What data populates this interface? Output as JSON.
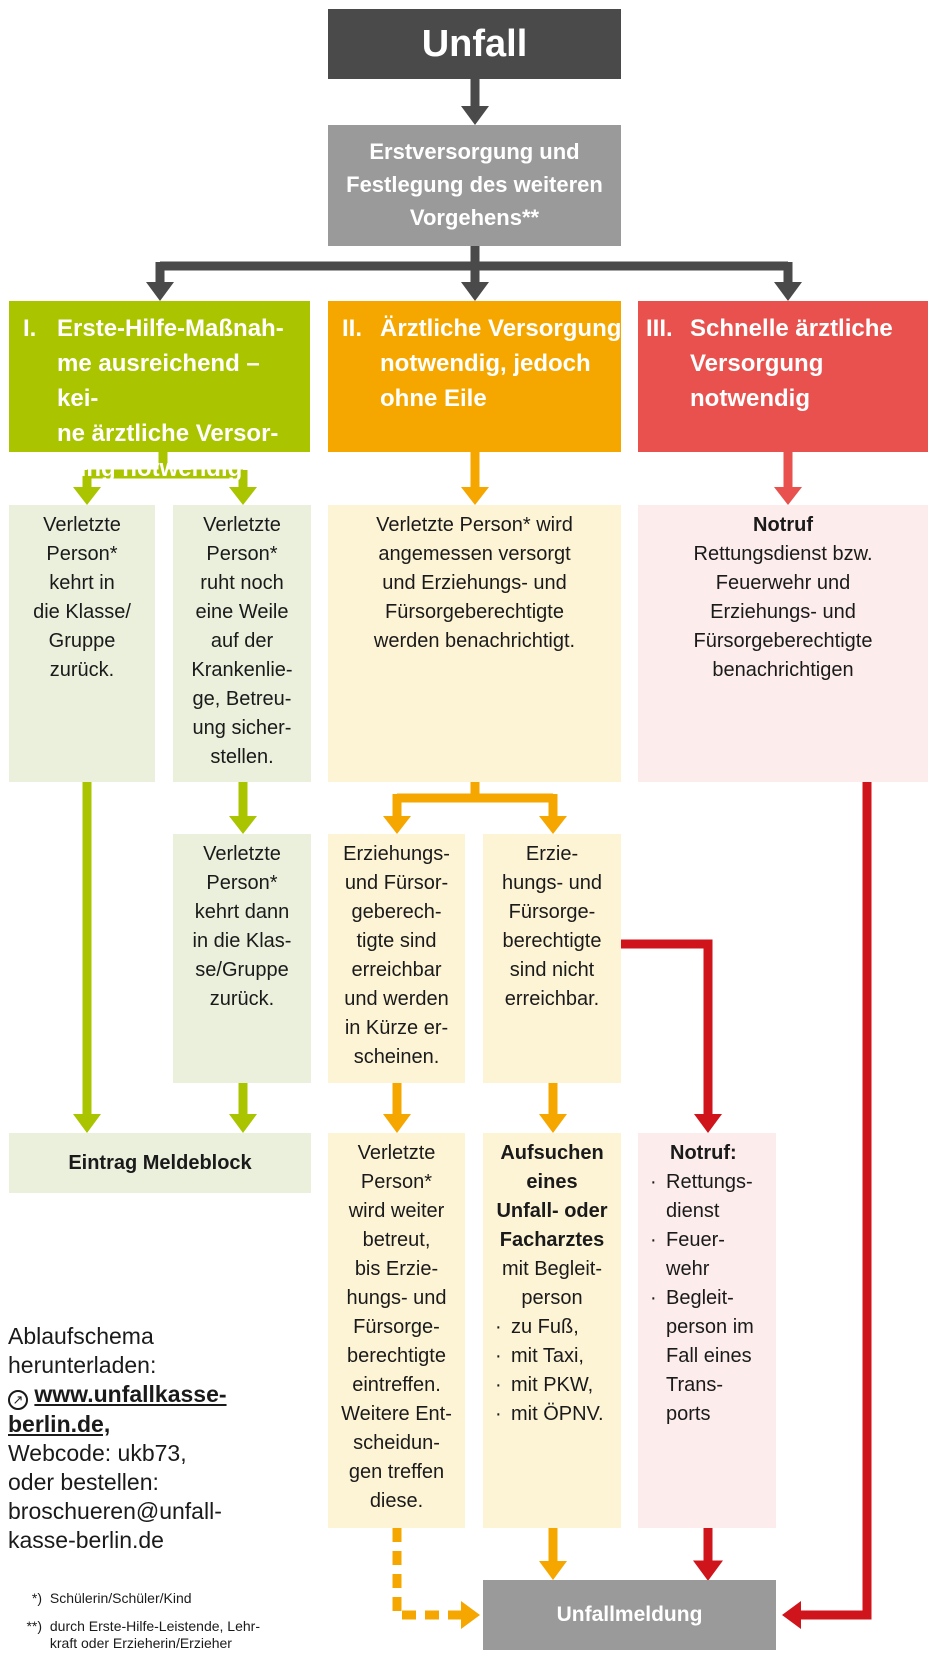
{
  "start": "Unfall",
  "first_aid": [
    "Erstversorgung und",
    "Festlegung des weiteren",
    "Vorgehens**"
  ],
  "branches": {
    "one": {
      "num": "I.",
      "lines": [
        "Erste-Hilfe-Maßnah-",
        "me ausreichend – kei-",
        "ne ärztliche Versor-",
        "gung notwendig"
      ]
    },
    "two": {
      "num": "II.",
      "lines": [
        "Ärztliche Versorgung",
        "notwendig, jedoch",
        "ohne Eile"
      ]
    },
    "three": {
      "num": "III.",
      "lines": [
        "Schnelle ärztliche",
        "Versorgung",
        "notwendig"
      ]
    }
  },
  "green_a": [
    "Verletzte",
    "Person*",
    "kehrt in",
    "die Klasse/",
    "Gruppe",
    "zurück."
  ],
  "green_b": [
    "Verletzte",
    "Person*",
    "ruht noch",
    "eine Weile",
    "auf der",
    "Krankenlie-",
    "ge, Betreu-",
    "ung sicher-",
    "stellen."
  ],
  "green_c": [
    "Verletzte",
    "Person*",
    "kehrt dann",
    "in die Klas-",
    "se/Gruppe",
    "zurück."
  ],
  "yellow_main": [
    "Verletzte Person* wird",
    "angemessen versorgt",
    "und Erziehungs- und",
    "Fürsorgeberechtigte",
    "werden benachrichtigt."
  ],
  "yellow_a": [
    "Erziehungs-",
    "und Fürsor-",
    "geberech-",
    "tigte sind",
    "erreichbar",
    "und werden",
    "in Kürze er-",
    "scheinen."
  ],
  "yellow_b": [
    "Erzie-",
    "hungs- und",
    "Fürsorge-",
    "berechtigte",
    "sind nicht",
    "erreichbar."
  ],
  "pink_main": {
    "title": "Notruf",
    "lines": [
      "Rettungsdienst bzw.",
      "Feuerwehr und",
      "Erziehungs- und",
      "Fürsorgeberechtigte",
      "benachrichtigen"
    ]
  },
  "eintrag": "Eintrag Meldeblock",
  "yellow_c": [
    "Verletzte",
    "Person*",
    "wird weiter",
    "betreut,",
    "bis Erzie-",
    "hungs- und",
    "Fürsorge-",
    "berechtigte",
    "eintreffen.",
    "Weitere Ent-",
    "scheidun-",
    "gen treffen",
    "diese."
  ],
  "yellow_d": {
    "bold": [
      "Aufsuchen",
      "eines",
      "Unfall- oder",
      "Facharztes"
    ],
    "lines": [
      "mit Begleit-",
      "person"
    ],
    "items": [
      "zu Fuß,",
      "mit Taxi,",
      "mit PKW,",
      "mit ÖPNV."
    ]
  },
  "pink_b": {
    "title": "Notruf:",
    "items": [
      [
        "Rettungs-",
        "dienst"
      ],
      [
        "Feuer-",
        "wehr"
      ],
      [
        "Begleit-",
        "person im",
        "Fall eines",
        "Trans-",
        "ports"
      ]
    ]
  },
  "unfallmeldung": "Unfallmeldung",
  "info": {
    "l1": "Ablaufschema",
    "l2": "herunterladen:",
    "link1": "www.unfallkasse-",
    "link2": "berlin.de,",
    "l3": "Webcode: ukb73,",
    "l4": "oder bestellen:",
    "l5": "broschueren@unfall-",
    "l6": "kasse-berlin.de",
    "link_icon": "external-link-icon"
  },
  "footnotes": {
    "f1_mark": "*)",
    "f1": "Schülerin/Schüler/Kind",
    "f2_mark": "**)",
    "f2a": "durch Erste-Hilfe-Leistende, Lehr-",
    "f2b": "kraft oder Erzieherin/Erzieher"
  },
  "colors": {
    "dark": "#4a4a4a",
    "grey": "#9a9a9a",
    "green": "#aac400",
    "orange": "#f5a700",
    "red": "#e8514d",
    "darkred": "#d0141b"
  }
}
